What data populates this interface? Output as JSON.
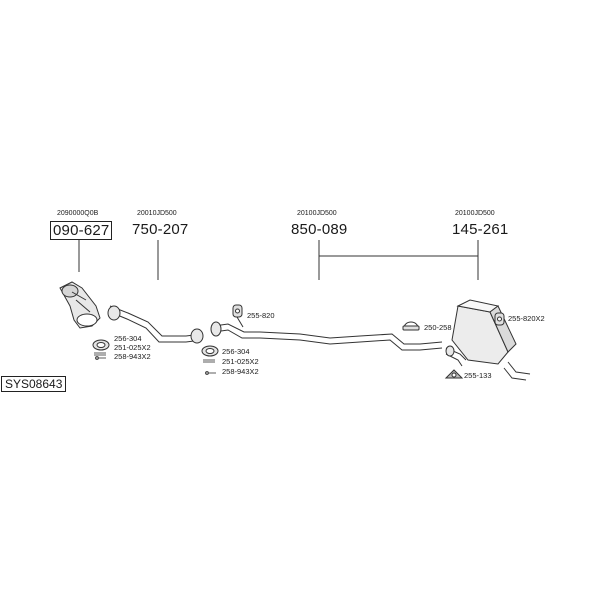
{
  "diagram": {
    "system_code": "SYS08643",
    "main_parts": [
      {
        "oe": "2090000Q0B",
        "number": "090-627"
      },
      {
        "oe": "20010JD500",
        "number": "750-207"
      },
      {
        "oe": "20100JD500",
        "number": "850-089"
      },
      {
        "oe": "20100JD500",
        "number": "145-261"
      }
    ],
    "accessories": {
      "front_gasket": "256-304",
      "front_spring": "251-025X2",
      "front_bolt": "258-943X2",
      "mid_gasket": "256-304",
      "mid_spring": "251-025X2",
      "mid_bolt": "258-943X2",
      "hanger_1": "255-820",
      "clamp": "250-258",
      "rear_hanger": "255-820X2",
      "rear_mount": "255-133"
    }
  }
}
